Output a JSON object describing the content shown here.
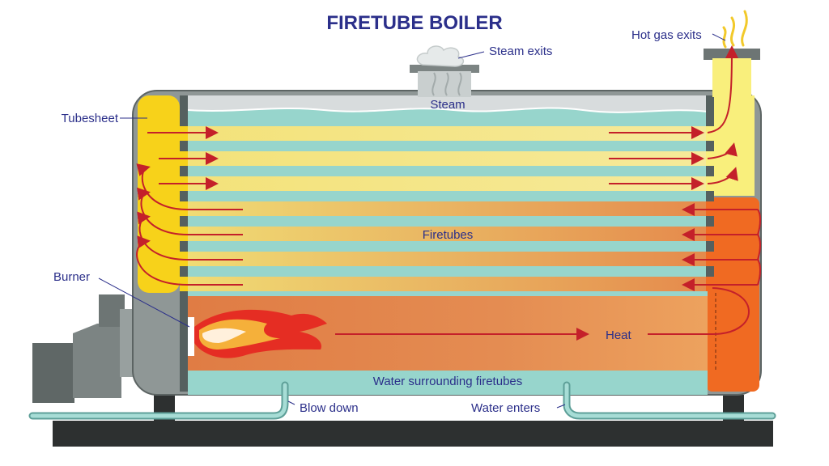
{
  "title": "FIRETUBE BOILER",
  "labels": {
    "steam_exits": "Steam exits",
    "hot_gas_exits": "Hot gas exits",
    "steam": "Steam",
    "tubesheet": "Tubesheet",
    "firetubes": "Firetubes",
    "burner": "Burner",
    "heat": "Heat",
    "water_surrounding": "Water surrounding firetubes",
    "blow_down": "Blow down",
    "water_enters": "Water enters"
  },
  "colors": {
    "label": "#2b2f8a",
    "water": "#97d5cc",
    "steam": "#d8dcdd",
    "firetube_yellow": "#f1e27c",
    "firetube_orange": "#e58f4d",
    "chamber_left": "#f7d21a",
    "chamber_exit": "#f9ef7c",
    "chamber_return": "#f06a22",
    "shell": "#8f9796",
    "arrow": "#c4202a",
    "base": "#2d3030"
  }
}
